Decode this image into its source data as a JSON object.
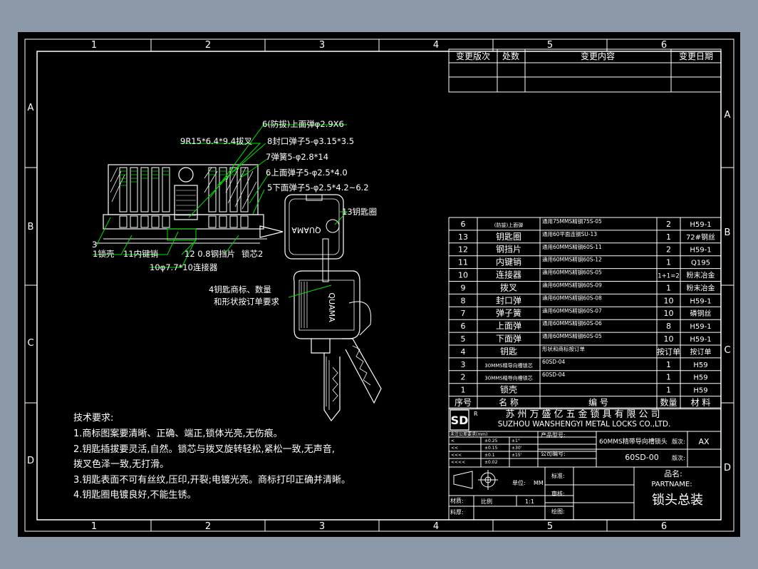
{
  "border": {
    "columns": [
      "1",
      "2",
      "3",
      "4",
      "5",
      "6"
    ],
    "rows": [
      "A",
      "B",
      "C",
      "D"
    ]
  },
  "revision_table": {
    "headers": [
      "变更版次",
      "处数",
      "变更内容",
      "变更日期"
    ]
  },
  "callouts": {
    "c6": "6(防拔)上面弹φ2.9X6",
    "c9": "9R15*6.4*9.4拔叉",
    "c8": "8封口弹子5-φ3.15*3.5",
    "c7": "7弹簧5-φ2.8*14",
    "c6b": "6上面弹子5-φ2.5*4.0",
    "c5": "5下面弹子5-φ2.5*4.2~6.2",
    "c13": "13钥匙圈",
    "c3": "3",
    "c1": "1锁壳",
    "c11": "11内键销",
    "c12": "12 0.8钢挡片",
    "c2": "锁芯2",
    "c10": "10φ7.7*10连接器",
    "c4a": "4钥匙商标、数量",
    "c4b": "和形状按订单要求",
    "brand": "QUAMA"
  },
  "bom": {
    "rows": [
      {
        "no": "6",
        "name": "(防拔)上面弹",
        "spec": "通用75MMS精钢75S-05",
        "qty": "2",
        "mat": "H59-1"
      },
      {
        "no": "13",
        "name": "钥匙圈",
        "spec": "通用60平面连钢SU-13",
        "qty": "1",
        "mat": "72#钢丝"
      },
      {
        "no": "12",
        "name": "钢挡片",
        "spec": "通用60MMS精钢60S-11",
        "qty": "2",
        "mat": "H59-1"
      },
      {
        "no": "11",
        "name": "内键销",
        "spec": "通用60MMS精钢60S-12",
        "qty": "1",
        "mat": "Q195"
      },
      {
        "no": "10",
        "name": "连接器",
        "spec": "通用60MMS精钢60S-05",
        "qty": "1+1=2",
        "mat": "粉末冶金"
      },
      {
        "no": "9",
        "name": "拨叉",
        "spec": "通用60MMS精钢60S-09",
        "qty": "1",
        "mat": "粉末冶金"
      },
      {
        "no": "8",
        "name": "封口弹",
        "spec": "通用60MMS精钢60S-08",
        "qty": "10",
        "mat": "H59-1"
      },
      {
        "no": "7",
        "name": "弹子簧",
        "spec": "通用60MMS精钢60S-07",
        "qty": "10",
        "mat": "磷钢丝"
      },
      {
        "no": "6",
        "name": "上面弹",
        "spec": "通用60MMS精钢60S-06",
        "qty": "8",
        "mat": "H59-1"
      },
      {
        "no": "5",
        "name": "下面弹",
        "spec": "通用60MMS精钢60S-05",
        "qty": "10",
        "mat": "H59-1"
      },
      {
        "no": "4",
        "name": "钥匙",
        "spec": "形状和商标按订单",
        "qty": "按订单",
        "mat": "按订单"
      },
      {
        "no": "3",
        "name": "30MMS精导向槽锁芯",
        "spec": "60SD-04",
        "qty": "1",
        "mat": "H59"
      },
      {
        "no": "2",
        "name": "30MMS精导向槽锁芯",
        "spec": "60SD-04",
        "qty": "1",
        "mat": "H59"
      },
      {
        "no": "1",
        "name": "锁壳",
        "spec": "",
        "qty": "1",
        "mat": "H59"
      }
    ],
    "header": {
      "no": "序号",
      "name": "名 称",
      "spec": "编 号",
      "qty": "数量",
      "mat": "材 料"
    }
  },
  "company": {
    "cn": "苏州万盛亿五金锁具有限公司",
    "en": "SUZHOU WANSHENGYI METAL LOCKS CO.,LTD.",
    "r": "R"
  },
  "title_block": {
    "tolerance_title": "未注公差要求(mm)",
    "tol_rows": [
      [
        "<",
        "±0.25",
        "±1°"
      ],
      [
        "<<",
        "±0.15",
        "±30'"
      ],
      [
        "<<<",
        "±0.1",
        "±15'"
      ],
      [
        "<<<<",
        "±0.02",
        ""
      ]
    ],
    "product_type_label": "产品型号:",
    "product_type": "60MMS精带导向槽锁头",
    "version_label": "版次:",
    "version": "AX",
    "company_no_label": "公司编号:",
    "company_no": "60SD-00",
    "version2_label": "版次:",
    "unit_label": "单位:",
    "unit": "MM",
    "standard_label": "标准:",
    "review_label": "审核:",
    "scale_label": "比例",
    "scale": "1:1",
    "drawn_label": "绘图:",
    "material_label": "材质:",
    "material2_label": "料厚:",
    "part_name_label": "品名:",
    "part_name_en": "PARTNAME:",
    "part_name": "锁头总装"
  },
  "tech": {
    "title": "技术要求:",
    "items": [
      "1.商标图案要清晰、正确、端正,锁体光亮,无伤痕。",
      "2.钥匙插拔要灵活,自然。锁芯与拨叉旋转轻松,紧松一致,无声音,",
      "拨叉色泽一致,无打滑。",
      "3.钥匙表面不可有丝纹,压印,开裂;电镀光亮。商标打印正确并清晰。",
      "4.钥匙圈电镀良好,不能生锈。"
    ]
  }
}
